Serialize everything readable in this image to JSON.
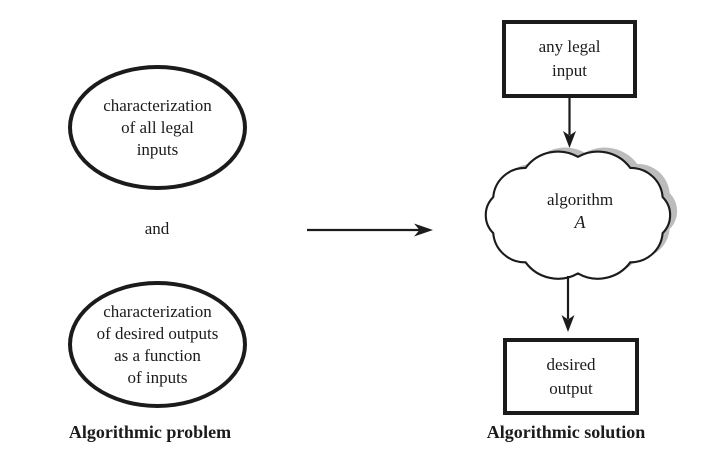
{
  "problem": {
    "inputs_ellipse": "characterization\nof all legal\ninputs",
    "connector": "and",
    "outputs_ellipse": "characterization\nof desired outputs\nas a function\nof inputs",
    "label": "Algorithmic problem"
  },
  "solution": {
    "input_box": "any legal\ninput",
    "cloud_line1": "algorithm",
    "cloud_line2": "A",
    "output_box": "desired\noutput",
    "label": "Algorithmic solution"
  },
  "colors": {
    "ink": "#1b1b1b",
    "shadow": "#bcbcbc",
    "background": "#ffffff"
  }
}
